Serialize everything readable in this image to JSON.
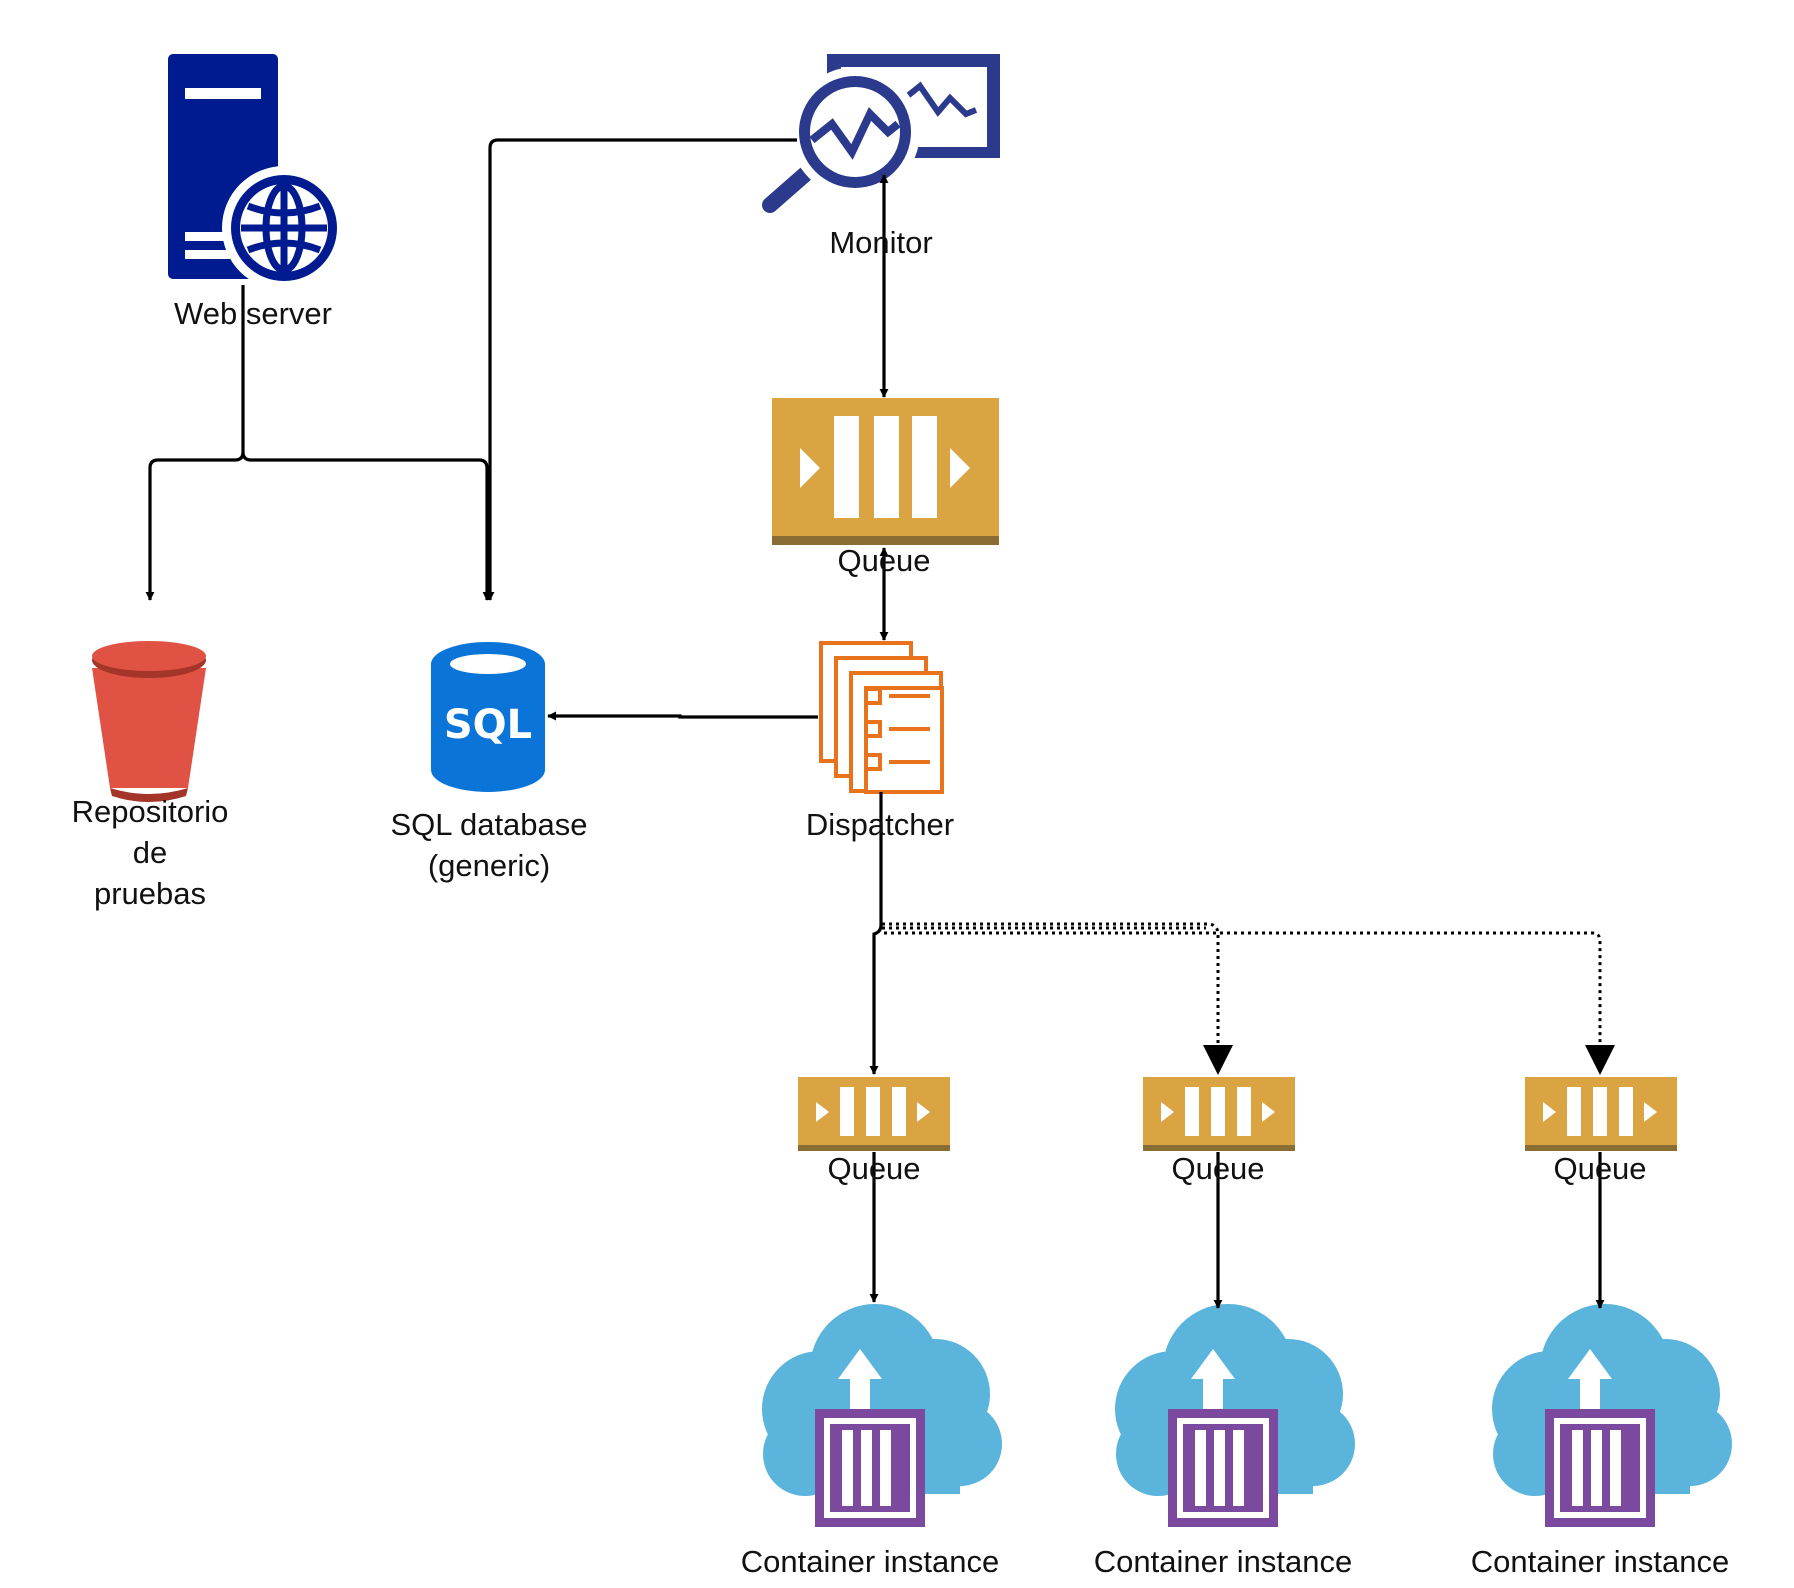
{
  "nodes": {
    "web_server": "Web server",
    "monitor": "Monitor",
    "queue_main": "Queue",
    "repository": [
      "Repositorio",
      "de",
      "pruebas"
    ],
    "sql_database": [
      "SQL database",
      "(generic)"
    ],
    "sql_icon_text": "SQL",
    "dispatcher": "Dispatcher",
    "queues": [
      "Queue",
      "Queue",
      "Queue"
    ],
    "containers": [
      "Container instance",
      "Container instance",
      "Container instance"
    ]
  },
  "colors": {
    "server_navy": "#001a8f",
    "monitor_navy": "#2b3a8c",
    "queue_gold": "#d9a441",
    "queue_gold_dark": "#8a6d33",
    "bucket_red": "#e05244",
    "sql_blue": "#0a74d8",
    "dispatcher_orange": "#e8731c",
    "cloud_blue": "#5ab4dc",
    "container_purple": "#7b4a9e"
  },
  "icons": {
    "web_server": "server-globe-icon",
    "monitor": "monitor-magnifier-icon",
    "queue": "queue-icon",
    "repository": "bucket-icon",
    "sql": "database-cylinder-icon",
    "dispatcher": "document-list-icon",
    "container": "cloud-container-icon"
  }
}
